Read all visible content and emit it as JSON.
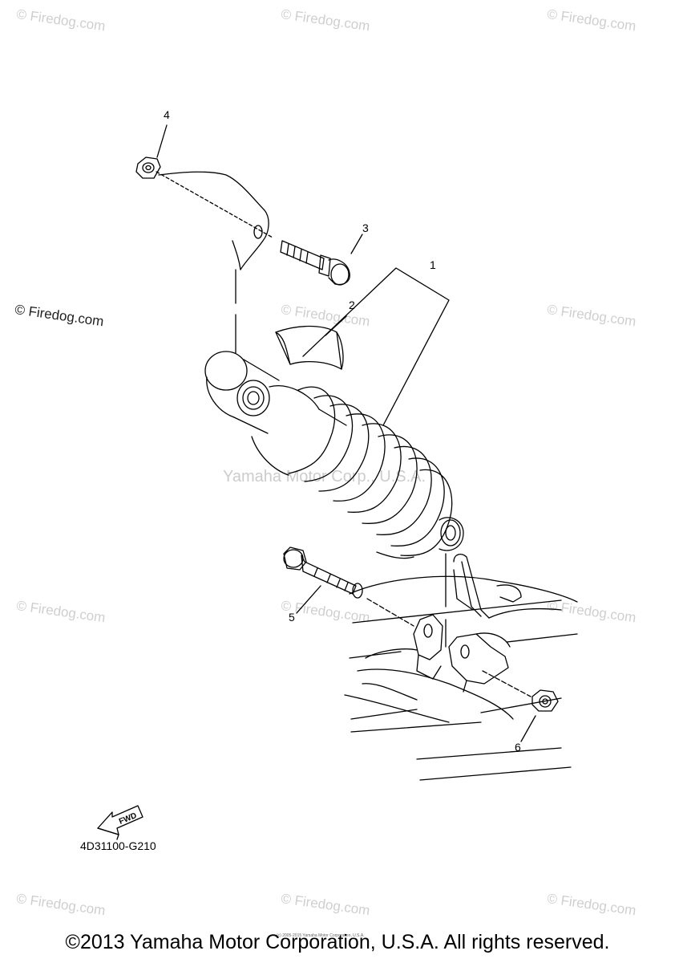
{
  "watermarks": {
    "text": "© Firedog.com",
    "items": [
      "© Firedog.com",
      "© Firedog.com",
      "© Firedog.com",
      "© Firedog.com",
      "© Firedog.com",
      "© Firedog.com",
      "© Firedog.com",
      "© Firedog.com",
      "© Firedog.com",
      "© Firedog.com",
      "© Firedog.com",
      "© Firedog.com"
    ],
    "center": "Yamaha Motor Corp., U.S.A."
  },
  "callouts": {
    "c1": "1",
    "c2": "2",
    "c3": "3",
    "c4": "4",
    "c5": "5",
    "c6": "6"
  },
  "arrow_label": "FWD",
  "part_code": "4D31100-G210",
  "fine_print": "(c) 2005-2015 Yamaha Motor Corporation, U.S.A.",
  "copyright": "©2013 Yamaha Motor Corporation, U.S.A. All rights reserved."
}
